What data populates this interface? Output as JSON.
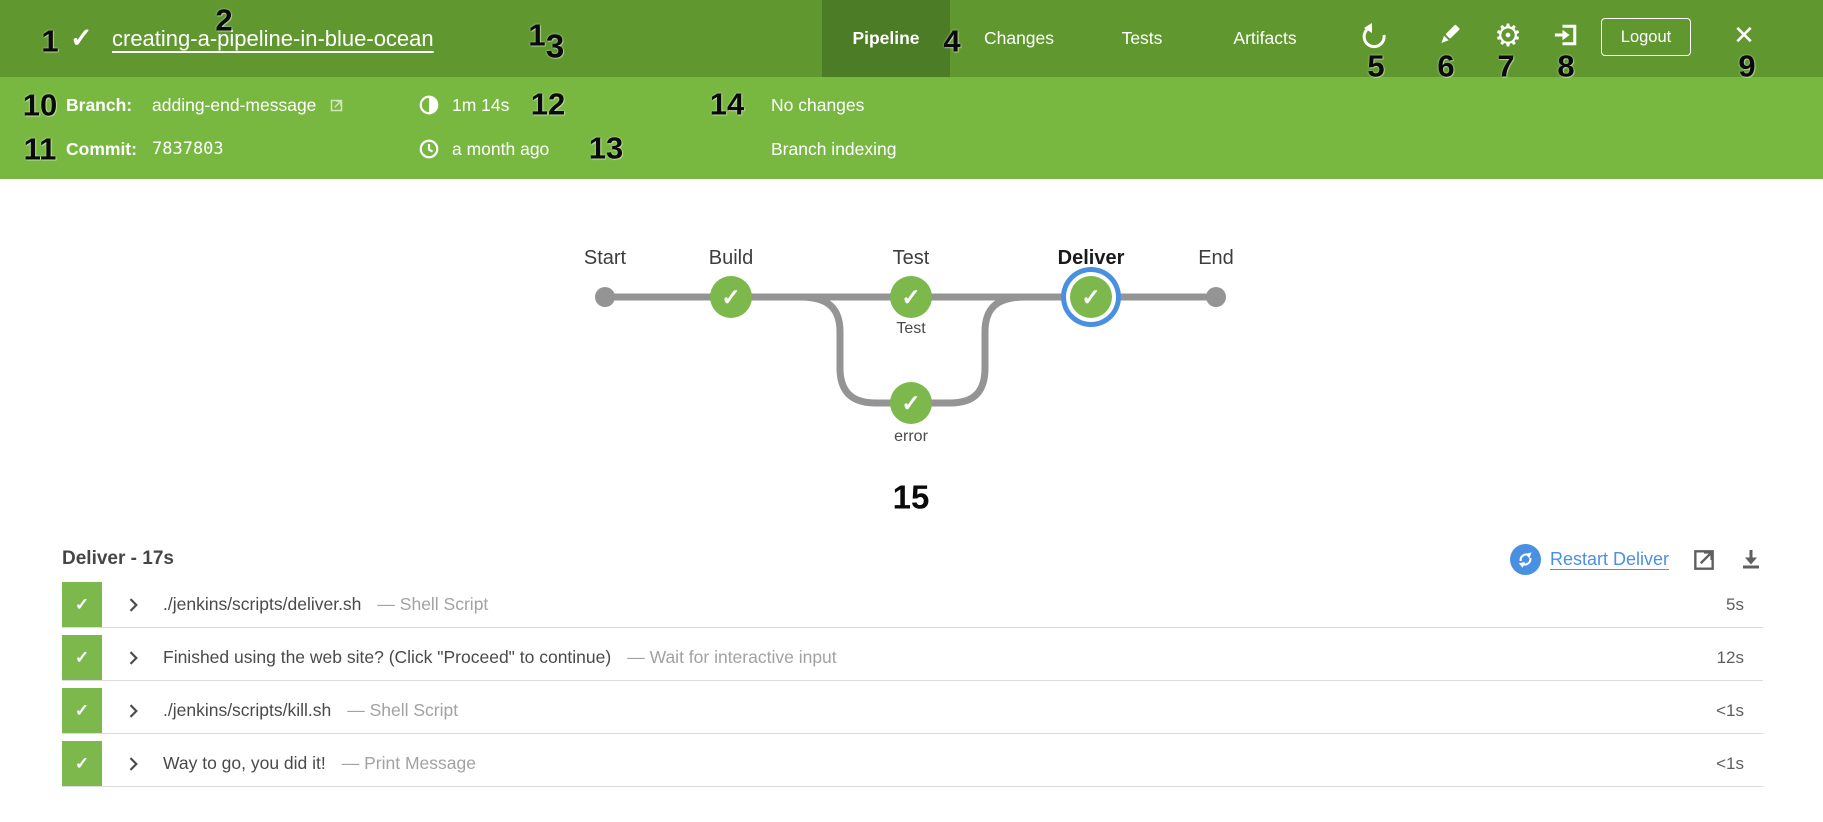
{
  "topbar": {
    "title": "creating-a-pipeline-in-blue-ocean",
    "tabs": [
      {
        "label": "Pipeline",
        "active": true
      },
      {
        "label": "Changes",
        "active": false
      },
      {
        "label": "Tests",
        "active": false
      },
      {
        "label": "Artifacts",
        "active": false
      }
    ],
    "actions": {
      "rerun_icon": "rerun-icon",
      "edit_icon": "edit-icon",
      "settings_icon": "gear-icon",
      "exit_icon": "go-to-classic-icon",
      "logout_label": "Logout",
      "close_icon": "close-icon"
    }
  },
  "run_info": {
    "branch_label": "Branch:",
    "branch_value": "adding-end-message",
    "commit_label": "Commit:",
    "commit_value": "7837803",
    "duration": "1m 14s",
    "time_ago": "a month ago",
    "changes_text": "No changes",
    "cause_text": "Branch indexing"
  },
  "pipeline_graph": {
    "stages": [
      {
        "label": "Start"
      },
      {
        "label": "Build"
      },
      {
        "label": "Test"
      },
      {
        "label": "Deliver"
      },
      {
        "label": "End"
      }
    ],
    "selected_stage": "Deliver",
    "branch_labels": [
      {
        "label": "Test"
      },
      {
        "label": "error"
      }
    ]
  },
  "steps_panel": {
    "title": "Deliver - 17s",
    "restart_label": "Restart Deliver",
    "steps": [
      {
        "title": "./jenkins/scripts/deliver.sh",
        "type_label": "— Shell Script",
        "duration": "5s"
      },
      {
        "title": "Finished using the web site? (Click \"Proceed\" to continue)",
        "type_label": "— Wait for interactive input",
        "duration": "12s"
      },
      {
        "title": "./jenkins/scripts/kill.sh",
        "type_label": "— Shell Script",
        "duration": "<1s"
      },
      {
        "title": "Way to go, you did it!",
        "type_label": "— Print Message",
        "duration": "<1s"
      }
    ]
  },
  "annotations": [
    {
      "label": "1"
    },
    {
      "label": "2"
    },
    {
      "label": "1"
    },
    {
      "label": "3"
    },
    {
      "label": "4"
    },
    {
      "label": "5"
    },
    {
      "label": "6"
    },
    {
      "label": "7"
    },
    {
      "label": "8"
    },
    {
      "label": "9"
    },
    {
      "label": "10"
    },
    {
      "label": "11"
    },
    {
      "label": "12"
    },
    {
      "label": "13"
    },
    {
      "label": "14"
    },
    {
      "label": "15"
    }
  ],
  "colors": {
    "topbar_green": "#60982f",
    "active_tab_green": "#4d7c26",
    "infobar_green": "#78b840",
    "success_green": "#7cb84c",
    "accent_blue": "#4a90e2",
    "edge_gray": "#949494"
  }
}
